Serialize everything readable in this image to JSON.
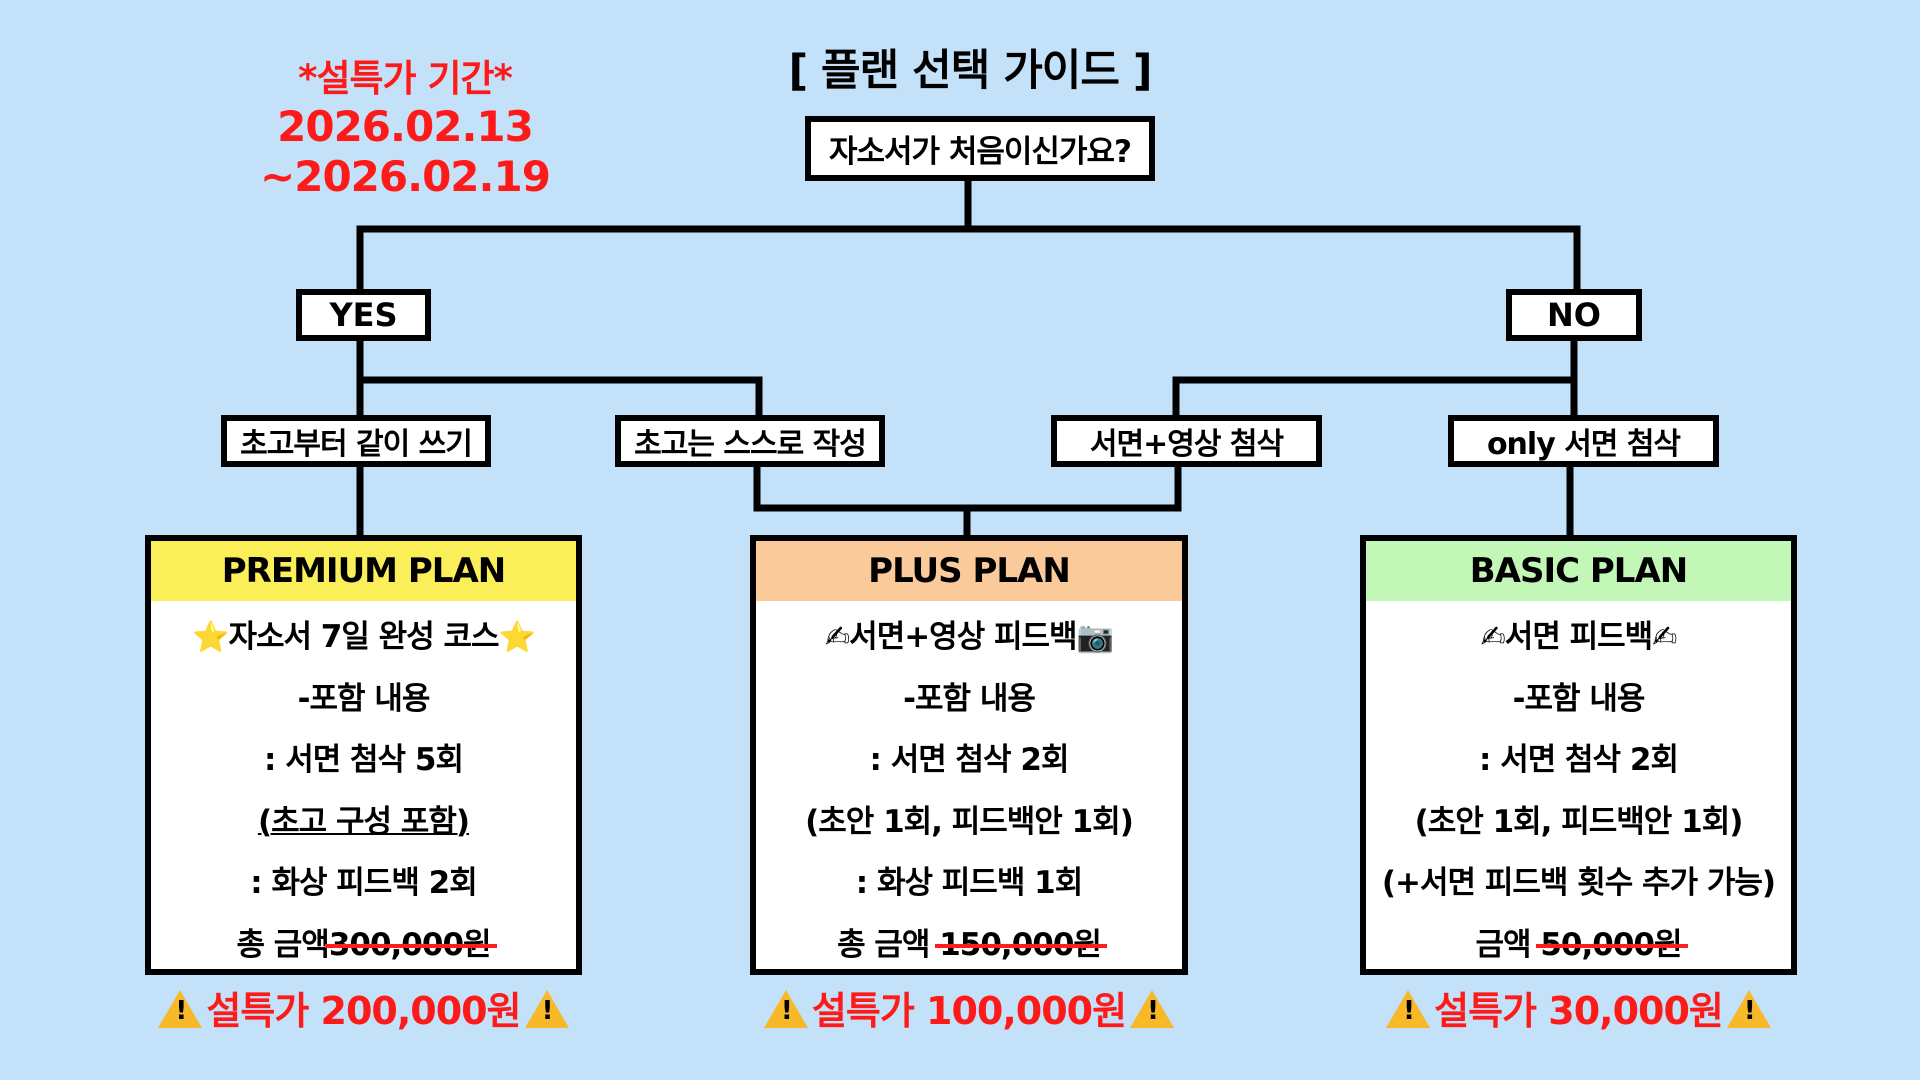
{
  "promo": {
    "label": "*설특가 기간*",
    "period": "2026.02.13 ~2026.02.19"
  },
  "title": "[ 플랜 선택 가이드 ]",
  "question": "자소서가 처음이신가요?",
  "branches": {
    "yes": "YES",
    "no": "NO"
  },
  "steps": [
    "초고부터 같이 쓰기",
    "초고는 스스로 작성",
    "서면+영상 첨삭",
    "only 서면 첨삭"
  ],
  "plans": {
    "premium": {
      "name": "PREMIUM PLAN",
      "color": "#fbef59",
      "emoji": "⭐",
      "subtitle": "자소서 7일 완성 코스",
      "includes": "-포함 내용",
      "item1": ": 서면 첨삭 5회",
      "item2": "(초고 구성 포함)",
      "item3": ": 화상 피드백 2회",
      "price_label": "총 금액",
      "original_price": "300,000원",
      "sale": "설특가 200,000원"
    },
    "plus": {
      "name": "PLUS PLAN",
      "color": "#fbca9b",
      "emoji_left": "✍",
      "emoji_right": "📷",
      "subtitle": "서면+영상 피드백",
      "includes": "-포함 내용",
      "item1": ": 서면 첨삭 2회",
      "item2": "(초안 1회, 피드백안 1회)",
      "item3": ": 화상 피드백 1회",
      "price_label": "총 금액",
      "original_price": "150,000원",
      "sale": "설특가 100,000원"
    },
    "basic": {
      "name": "BASIC PLAN",
      "color": "#c2f7b8",
      "emoji": "✍",
      "subtitle": "서면 피드백",
      "includes": "-포함 내용",
      "item1": ": 서면 첨삭 2회",
      "item2": "(초안 1회, 피드백안 1회)",
      "item3": "(+서면 피드백 횟수 추가 가능)",
      "price_label": "금액",
      "original_price": "50,000원",
      "sale": "설특가 30,000원"
    }
  },
  "colors": {
    "background": "#c3e1f9",
    "accent_red": "#ff1a1a",
    "warning_yellow": "#f7b928"
  },
  "icons": {
    "warning": "warning-icon",
    "star": "star-icon",
    "writing": "writing-hand-icon",
    "camera": "camera-icon"
  }
}
